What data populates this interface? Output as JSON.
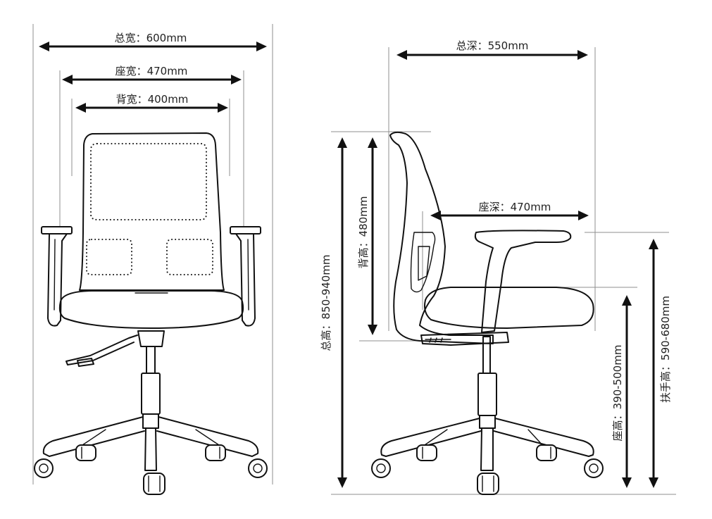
{
  "front_view": {
    "total_width": "总宽：600mm",
    "seat_width": "座宽：470mm",
    "back_width": "背宽：400mm"
  },
  "side_view": {
    "total_depth": "总深：550mm",
    "seat_depth": "座深：470mm",
    "total_height": "总高：850-940mm",
    "back_height": "背高：480mm",
    "seat_height": "座高：390-500mm",
    "armrest_height": "扶手高：590-680mm"
  },
  "colors": {
    "line": "#111111",
    "guide": "#8f8f8f",
    "text": "#222222",
    "background": "#ffffff"
  }
}
